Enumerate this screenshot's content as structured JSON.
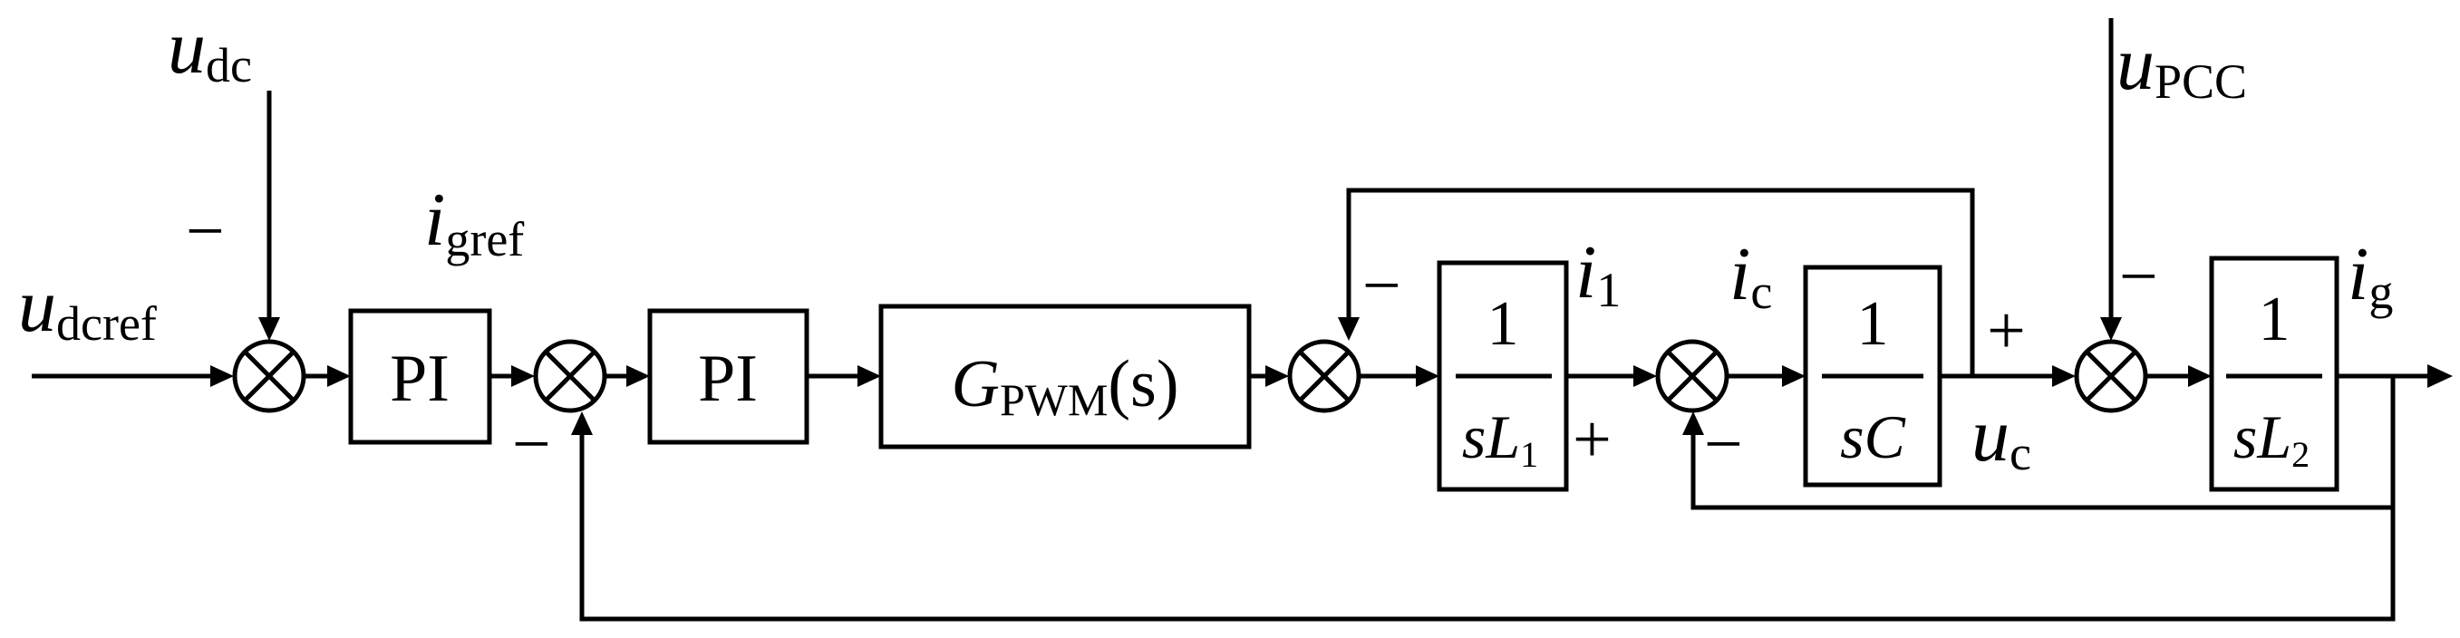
{
  "signals": {
    "udc": {
      "main": "u",
      "sub": "dc"
    },
    "udcref": {
      "main": "u",
      "sub": "dcref"
    },
    "igref": {
      "main": "i",
      "sub": "gref"
    },
    "i1": {
      "main": "i",
      "sub": "1"
    },
    "ic": {
      "main": "i",
      "sub": "c"
    },
    "uc": {
      "main": "u",
      "sub": "c"
    },
    "upcc": {
      "main": "u",
      "sub": "PCC"
    },
    "ig": {
      "main": "i",
      "sub": "g"
    }
  },
  "blocks": {
    "pi1": "PI",
    "pi2": "PI",
    "gpwm": {
      "main": "G",
      "sub": "PWM",
      "arg": "(s)"
    },
    "l1": {
      "num": "1",
      "den": "sL",
      "den_sub": "1"
    },
    "c": {
      "num": "1",
      "den": "sC"
    },
    "l2": {
      "num": "1",
      "den": "sL",
      "den_sub": "2"
    }
  },
  "signs": {
    "minus": "−",
    "plus": "+"
  }
}
